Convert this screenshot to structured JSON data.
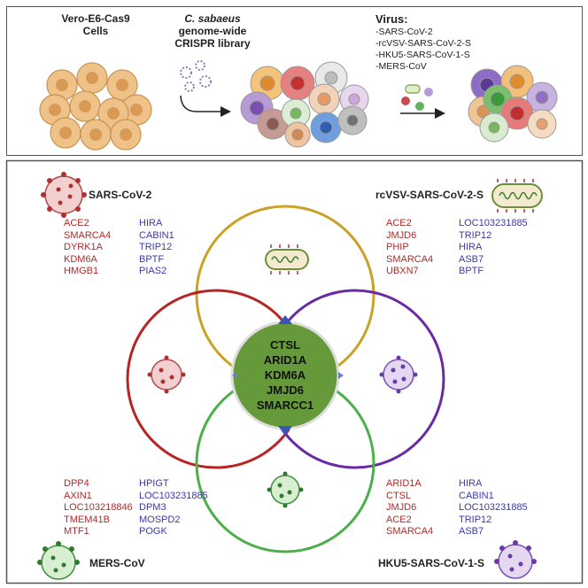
{
  "top": {
    "cells_label": [
      "Vero-E6-Cas9",
      "Cells"
    ],
    "library_label": [
      "C. sabaeus",
      "genome-wide",
      "CRISPR library"
    ],
    "virus_title": "Virus:",
    "virus_list": [
      "-SARS-CoV-2",
      "-rcVSV-SARS-CoV-2-S",
      "-HKU5-SARS-CoV-1-S",
      "-MERS-CoV"
    ]
  },
  "venn": {
    "sars": {
      "title": "SARS-CoV-2",
      "col1": [
        "ACE2",
        "SMARCA4",
        "DYRK1A",
        "KDM6A",
        "HMGB1"
      ],
      "col2": [
        "HIRA",
        "CABIN1",
        "TRIP12",
        "BPTF",
        "PIAS2"
      ]
    },
    "rcvsv": {
      "title": "rcVSV-SARS-CoV-2-S",
      "col1": [
        "ACE2",
        "JMJD6",
        "PHIP",
        "SMARCA4",
        "UBXN7"
      ],
      "col2": [
        "LOC103231885",
        "TRIP12",
        "HIRA",
        "ASB7",
        "BPTF"
      ]
    },
    "mers": {
      "title": "MERS-CoV",
      "col1": [
        "DPP4",
        "AXIN1",
        "LOC103218846",
        "TMEM41B",
        "MTF1"
      ],
      "col2": [
        "HPIGT",
        "LOC103231885",
        "DPM3",
        "MOSPD2",
        "POGK"
      ]
    },
    "hku5": {
      "title": "HKU5-SARS-CoV-1-S",
      "col1": [
        "ARID1A",
        "CTSL",
        "JMJD6",
        "ACE2",
        "SMARCA4"
      ],
      "col2": [
        "HIRA",
        "CABIN1",
        "LOC103231885",
        "TRIP12",
        "ASB7"
      ]
    },
    "shared": [
      "CTSL",
      "ARID1A",
      "KDM6A",
      "JMJD6",
      "SMARCC1"
    ]
  },
  "colors": {
    "sars": "#b82424",
    "rcvsv": "#c9a227",
    "hku5": "#6a2aa6",
    "mers": "#4bb04b",
    "center": "#66993a",
    "red_text": "#b02a2a",
    "blue_text": "#3a3aa8"
  }
}
